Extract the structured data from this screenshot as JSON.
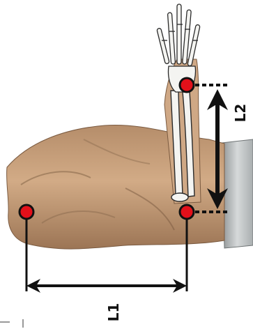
{
  "labels": {
    "l1": "L1",
    "l2": "L2"
  },
  "colors": {
    "background": "#ffffff",
    "skin": "#c9a37f",
    "skin_shadow": "#8a6a4d",
    "bone": "#f4f4f1",
    "bone_outline": "#2a2a2a",
    "marker": "#e3101a",
    "marker_outline": "#111111",
    "arrow": "#111111",
    "sleeve": "#bfc3c4"
  },
  "icons": {
    "marker": "red-dot",
    "dimension": "double-headed-arrow"
  }
}
